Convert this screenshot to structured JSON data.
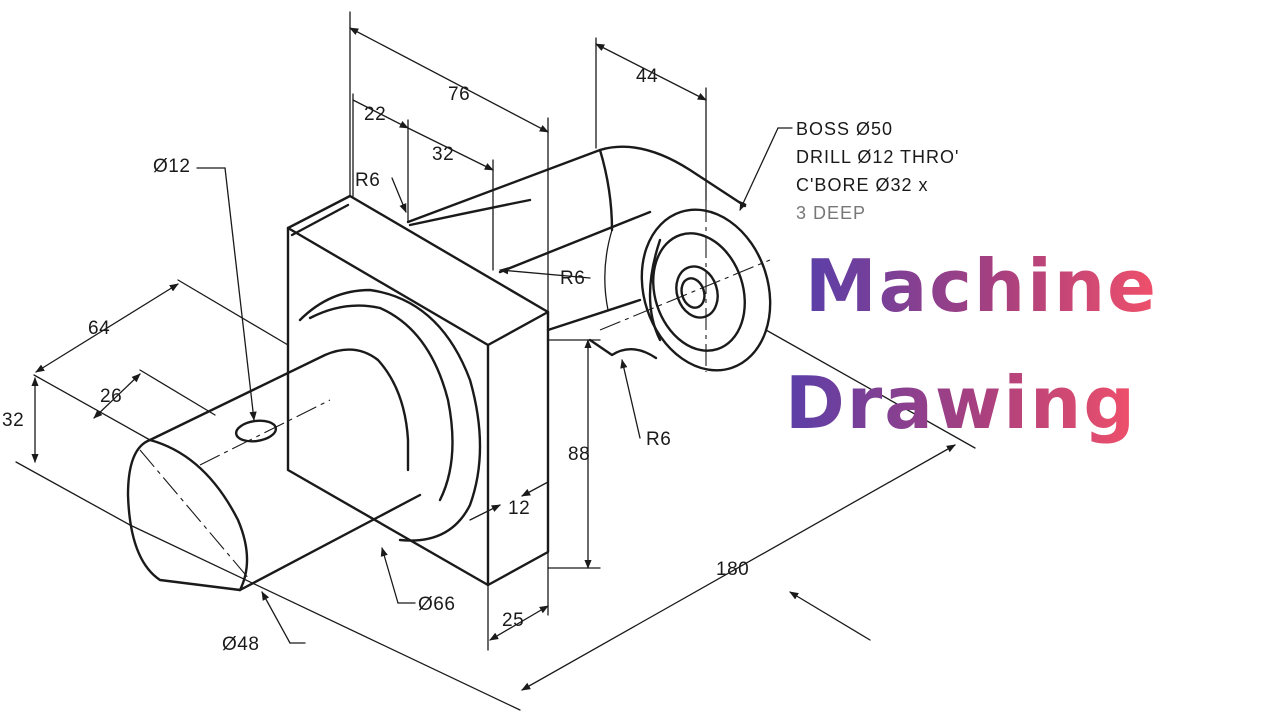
{
  "title": {
    "line1": "Machine",
    "line2": "Drawing",
    "gradient_start": "#5a3fa8",
    "gradient_mid": "#a8407f",
    "gradient_end": "#f0506a"
  },
  "dimensions": {
    "d76": "76",
    "d44": "44",
    "d22": "22",
    "d32_top": "32",
    "r6_top": "R6",
    "r6_mid": "R6",
    "r6_low": "R6",
    "dia12": "Ø12",
    "d64": "64",
    "d26": "26",
    "d32_left": "32",
    "d88": "88",
    "d12": "12",
    "dia66": "Ø66",
    "d25": "25",
    "dia48": "Ø48",
    "d180": "180"
  },
  "boss_note": {
    "line1": "BOSS Ø50",
    "line2": "DRILL Ø12 THRO'",
    "line3": "C'BORE Ø32 x",
    "line4": "3 DEEP"
  }
}
